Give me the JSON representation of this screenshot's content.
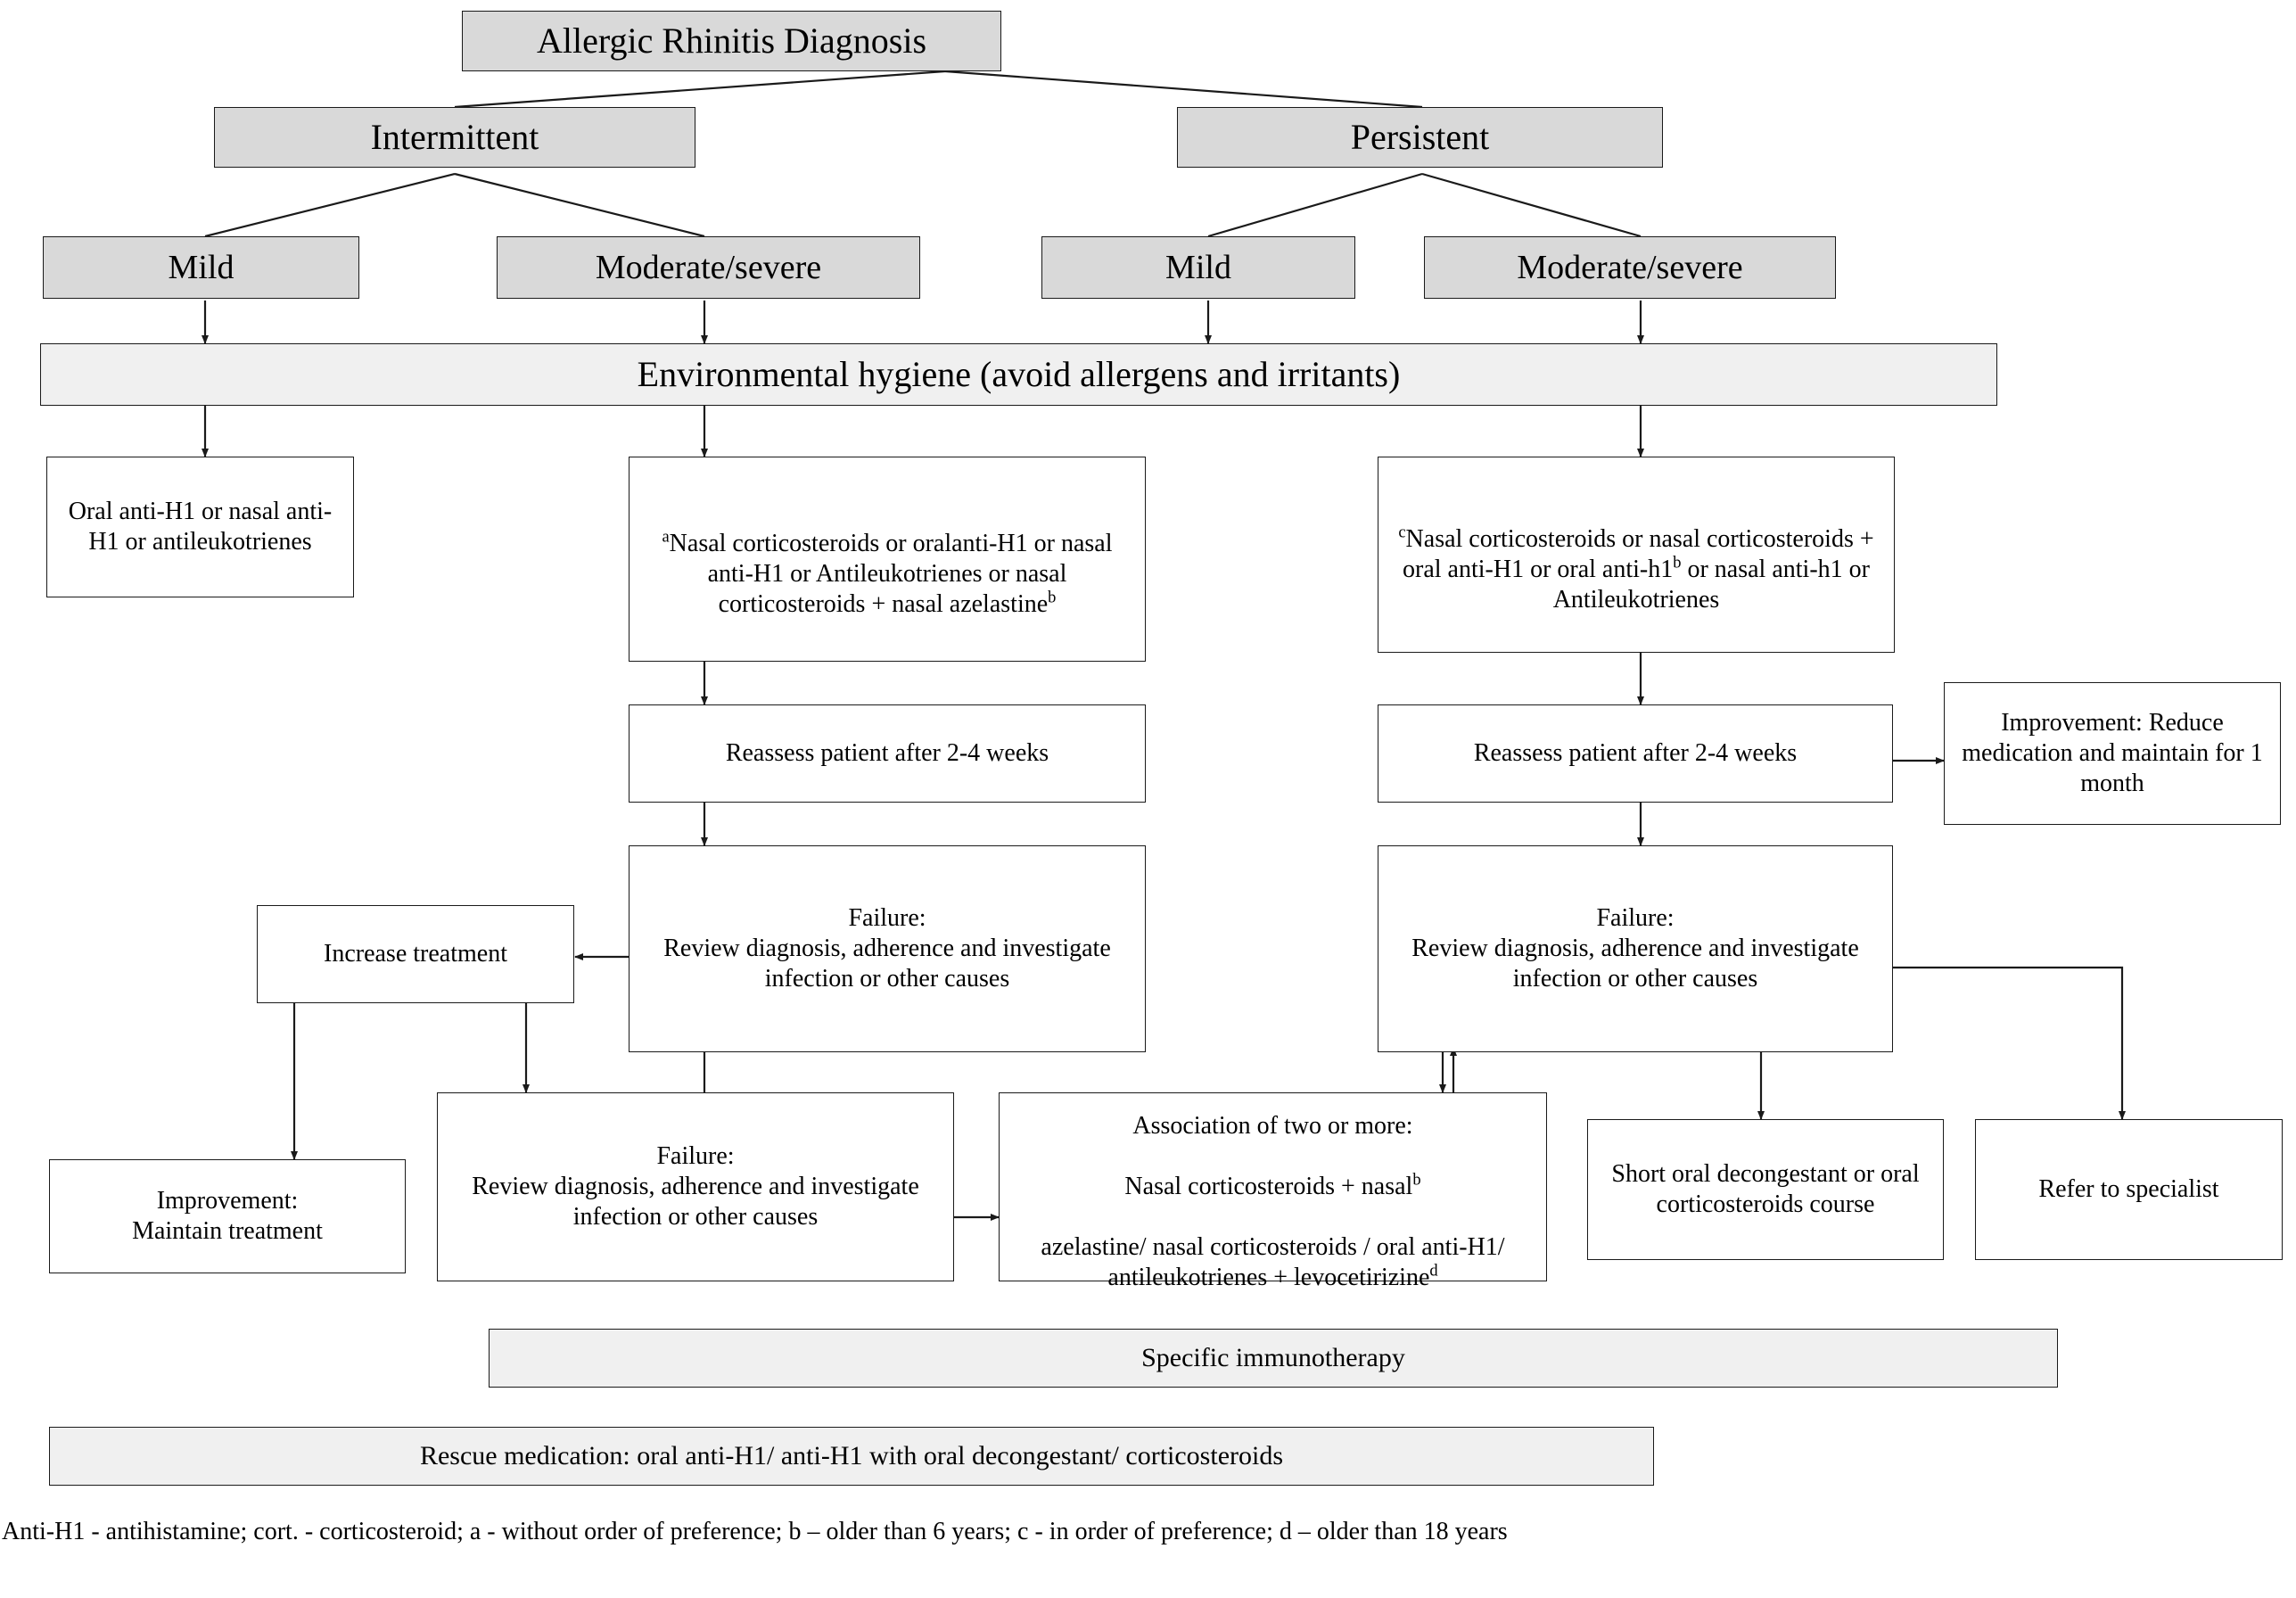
{
  "title": "Allergic Rhinitis Diagnosis",
  "nodes": {
    "root": "Allergic Rhinitis Diagnosis",
    "intermittent": "Intermittent",
    "persistent": "Persistent",
    "int_mild": "Mild",
    "int_modsev": "Moderate/severe",
    "per_mild": "Mild",
    "per_modsev": "Moderate/severe",
    "env_hygiene": "Environmental hygiene (avoid allergens and irritants)",
    "mild_treatment": "Oral anti-H1 or nasal anti-H1 or antileukotrienes",
    "int_modsev_treatment_pre": "a",
    "int_modsev_treatment": "Nasal corticosteroids or oralanti-H1 or nasal anti-H1 or Antileukotrienes or nasal corticosteroids + nasal azelastine",
    "int_modsev_treatment_sup": "b",
    "per_treatment_pre": "c",
    "per_treatment_a": "Nasal corticosteroids or nasal corticosteroids + oral anti-H1 or oral anti-h1",
    "per_treatment_sup": "b",
    "per_treatment_b": " or nasal anti-h1 or Antileukotrienes",
    "reassess_left": "Reassess patient after 2-4 weeks",
    "reassess_right": "Reassess patient after 2-4 weeks",
    "improvement_reduce": "Improvement: Reduce medication and maintain for 1 month",
    "failure_left": "Failure:\nReview diagnosis, adherence and investigate infection or other causes",
    "failure_right": "Failure:\nReview diagnosis, adherence and investigate infection or other causes",
    "increase_treatment": "Increase treatment",
    "improvement_maintain": "Improvement:\nMaintain treatment",
    "failure_left2": "Failure:\nReview diagnosis, adherence and investigate infection or other causes",
    "association_line1": "Association of two or more:",
    "association_line2": "Nasal corticosteroids + nasal",
    "association_sup1": "b",
    "association_line3": "azelastine/ nasal corticosteroids / oral anti-H1/ antileukotrienes + levocetirizine",
    "association_sup2": "d",
    "short_course": "Short oral decongestant or oral corticosteroids course",
    "refer": "Refer to specialist",
    "immunotherapy": "Specific immunotherapy",
    "rescue": "Rescue medication: oral anti-H1/ anti-H1 with oral decongestant/ corticosteroids"
  },
  "footnote": "Anti-H1 - antihistamine; cort. - corticosteroid; a - without order of preference; b – older than 6 years; c - in order of preference; d – older than 18 years",
  "colors": {
    "shaded": "#d9d9d9",
    "light": "#f0f0f0",
    "border": "#1a1a1a",
    "background": "#ffffff"
  }
}
